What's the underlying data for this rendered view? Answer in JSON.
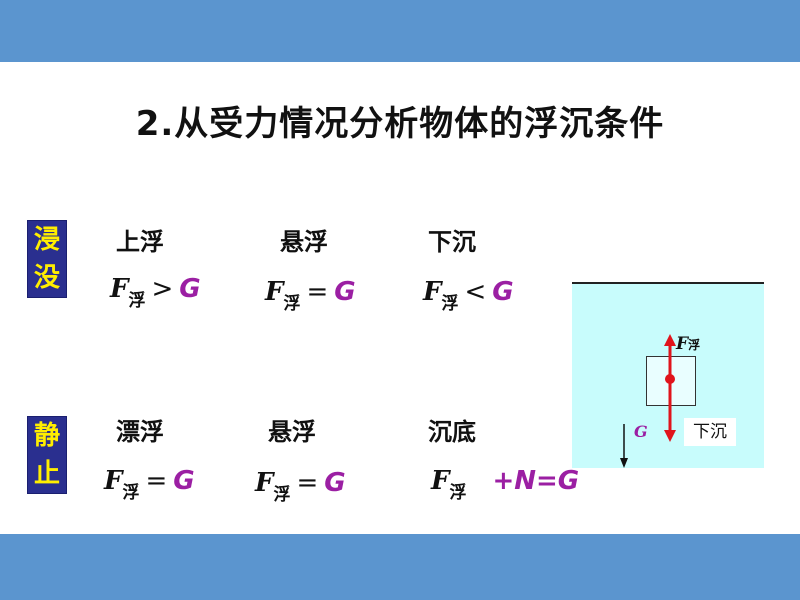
{
  "title": "2.从受力情况分析物体的浮沉条件",
  "sidebar": {
    "immersed": [
      "浸",
      "没"
    ],
    "still": [
      "静",
      "止"
    ]
  },
  "row1": {
    "states": [
      "上浮",
      "悬浮",
      "下沉"
    ],
    "formulas": [
      {
        "F": "F",
        "sub": "浮",
        "op": ">",
        "rhs": "G"
      },
      {
        "F": "F",
        "sub": "浮",
        "op": "=",
        "rhs": "G"
      },
      {
        "F": "F",
        "sub": "浮",
        "op": "<",
        "rhs": "G"
      }
    ]
  },
  "row2": {
    "states": [
      "漂浮",
      "悬浮",
      "沉底"
    ],
    "formulas": [
      {
        "F": "F",
        "sub": "浮",
        "op": "=",
        "rhs": "G"
      },
      {
        "F": "F",
        "sub": "浮",
        "op": "=",
        "rhs": "G"
      },
      {
        "F": "F",
        "sub": "浮",
        "op": "",
        "rhs": "+N=G"
      }
    ]
  },
  "diagram": {
    "buoyancy_label": "F",
    "buoyancy_sub": "浮",
    "gravity_label": "G",
    "sink_label": "下沉",
    "colors": {
      "water": "#c8fcfc",
      "arrow": "#e0141c",
      "gravity": "#9b1fa3"
    }
  }
}
